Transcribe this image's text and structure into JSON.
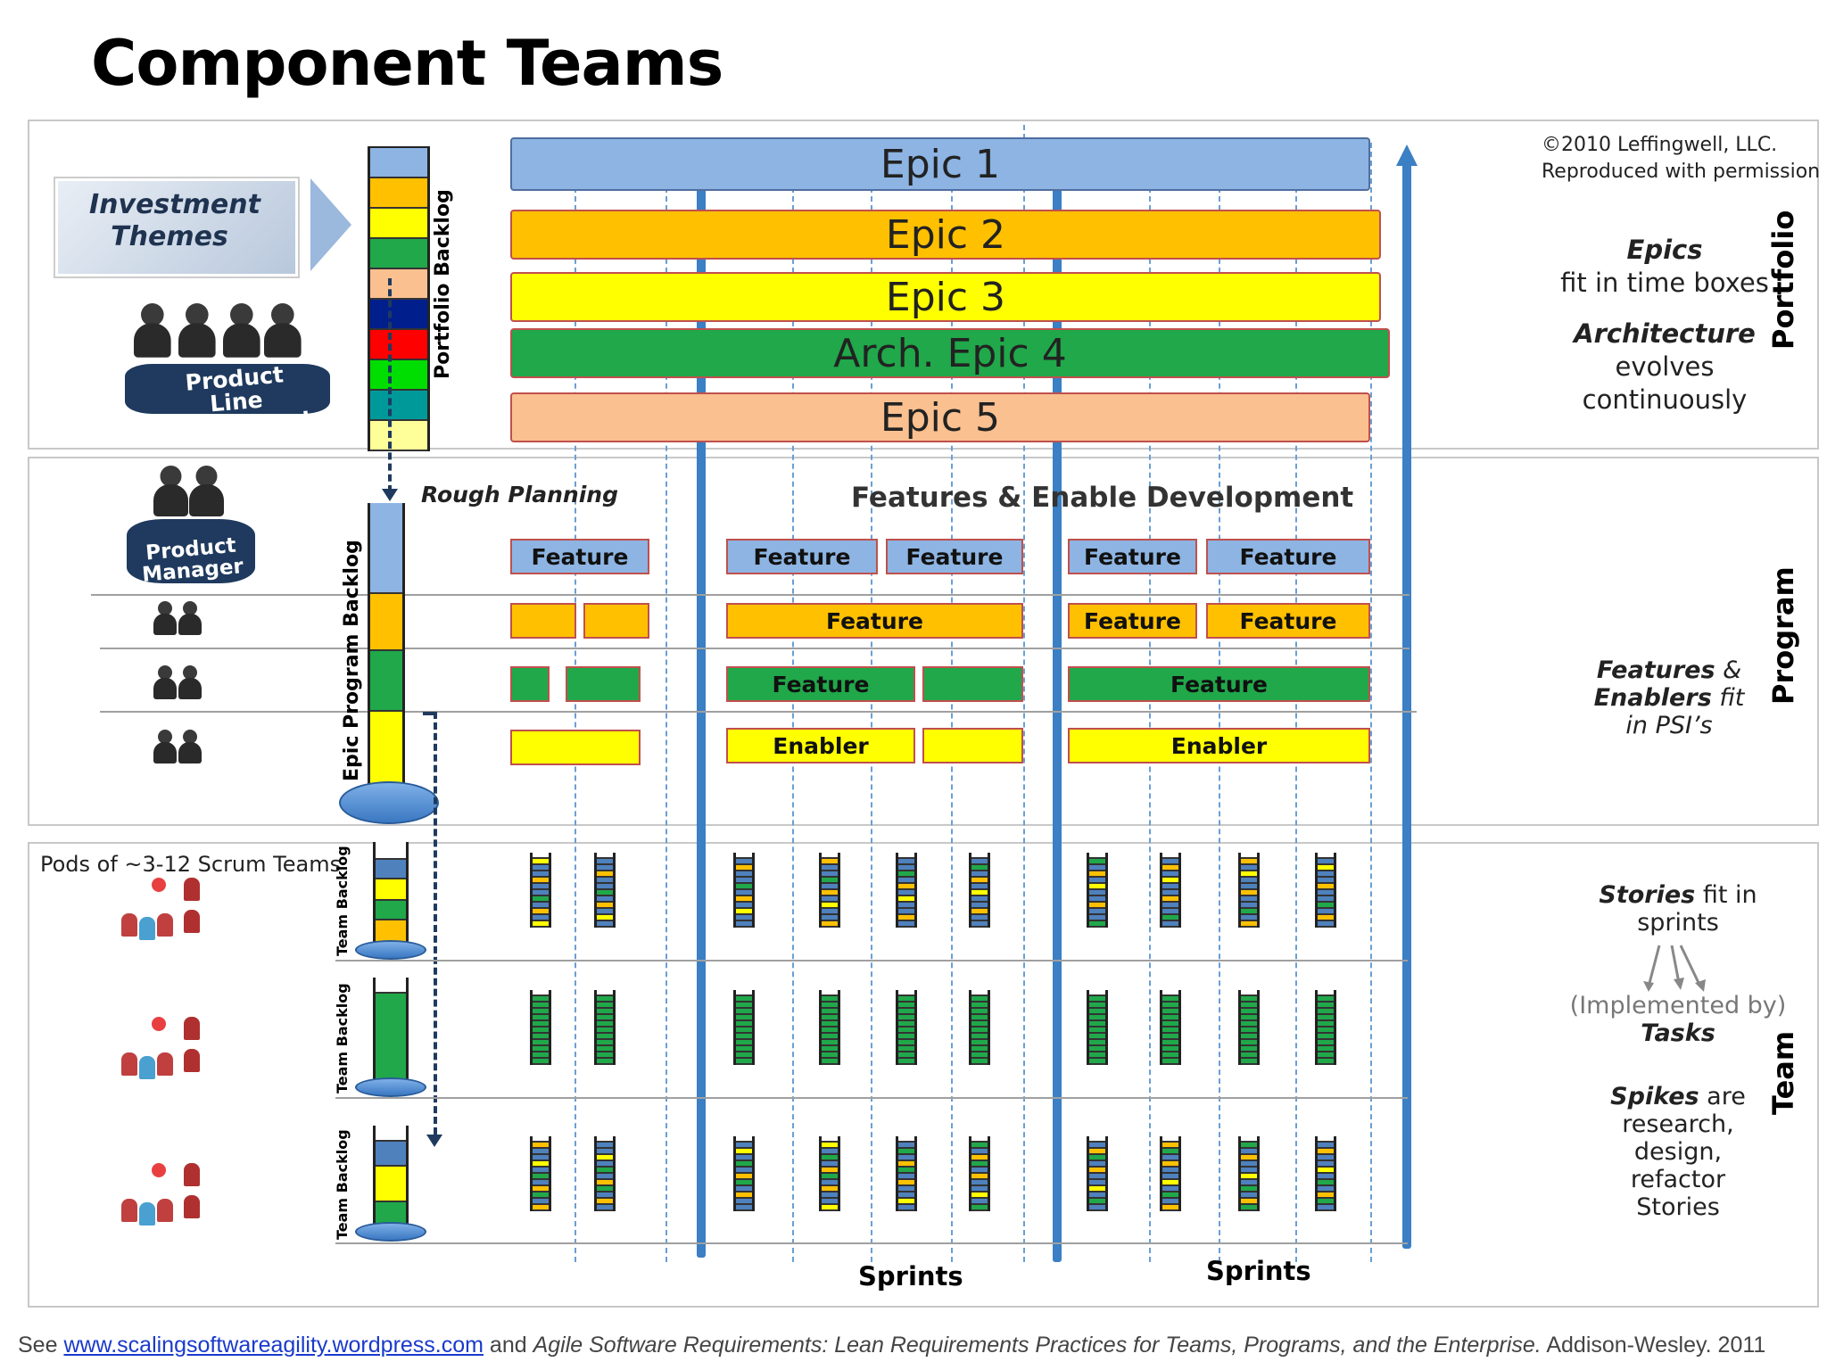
{
  "title": "Component Teams",
  "copyright": "©2010 Leffingwell, LLC.",
  "permission": "Reproduced with permission",
  "investment_themes": "Investment Themes",
  "product_line_management": "Product Line Managment",
  "product_manager": "Product Manager",
  "portfolio_backlog": "Portfolio Backlog",
  "epic_program_backlog": "Epic Program Backlog",
  "team_backlog": "Team Backlog",
  "rough_planning": "Rough Planning",
  "features_heading": "Features & Enable Development",
  "pods_label": "Pods of ~3-12 Scrum Teams",
  "epics": [
    {
      "label": "Epic 1",
      "color": "#8db4e2"
    },
    {
      "label": "Epic 2",
      "color": "#ffc000"
    },
    {
      "label": "Epic 3",
      "color": "#ffff00"
    },
    {
      "label": "Arch. Epic 4",
      "color": "#20a84a"
    },
    {
      "label": "Epic 5",
      "color": "#fac090"
    }
  ],
  "feature_label": "Feature",
  "enabler_label": "Enabler",
  "sprints_label": "Sprints",
  "layers": {
    "portfolio": "Portfolio",
    "program": "Program",
    "team": "Team"
  },
  "portfolio_notes": {
    "epics": "Epics",
    "fit": "fit in time boxes",
    "architecture": "Architecture",
    "evolves": "evolves",
    "continuously": "continuously"
  },
  "program_notes": {
    "features": "Features",
    "amp": " &",
    "enablers": "Enablers",
    "fit": " fit",
    "in_psis": "in PSI’s"
  },
  "team_notes": {
    "stories": "Stories",
    "fit_in": " fit in",
    "sprints": "sprints",
    "implemented_by": "(Implemented by)",
    "tasks": "Tasks",
    "spikes": "Spikes",
    "are": " are",
    "research": "research,",
    "design": "design,",
    "refactor": "refactor",
    "stories2": "Stories"
  },
  "footer": {
    "see": "See ",
    "link": "www.scalingsoftwareagility.wordpress.com",
    "and": " and ",
    "book": "Agile Software Requirements: Lean Requirements Practices for Teams, Programs, and the Enterprise.",
    "publisher": " Addison-Wesley. 2011"
  },
  "colors": {
    "blue": "#8db4e2",
    "orange": "#ffc000",
    "yellow": "#ffff00",
    "green": "#20a84a",
    "peach": "#fac090",
    "sprint_bar": "#3b7fc4",
    "border_red": "#c0504d"
  }
}
